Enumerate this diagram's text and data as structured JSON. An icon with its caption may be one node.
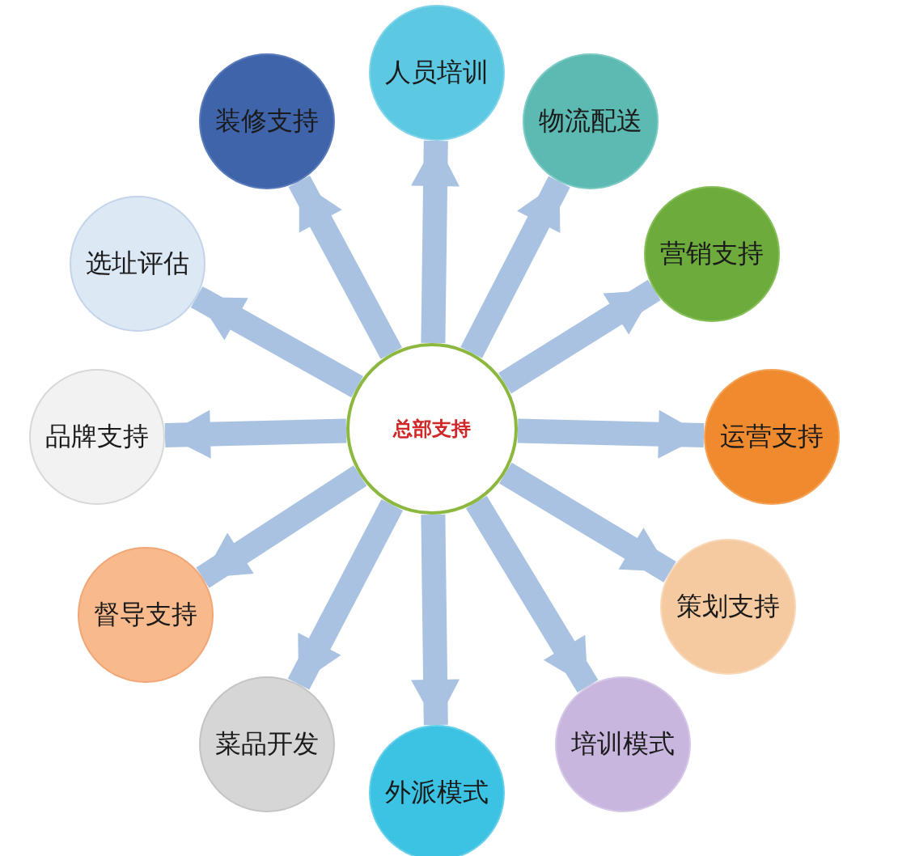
{
  "diagram": {
    "nodes": [
      {
        "text": [
          "总部支持"
        ]
      },
      {
        "text": [
          "人员培训"
        ]
      },
      {
        "text": [
          "物流配送"
        ]
      },
      {
        "text": [
          "营销支持"
        ]
      },
      {
        "text": [
          "运营支持"
        ]
      },
      {
        "text": [
          "策划支持"
        ]
      },
      {
        "text": [
          "培训模式"
        ]
      },
      {
        "text": [
          "外派模式"
        ]
      },
      {
        "text": [
          "菜品开发"
        ]
      },
      {
        "text": [
          "督导支持"
        ]
      },
      {
        "text": [
          "品牌支持"
        ]
      },
      {
        "text": [
          "选址评估"
        ]
      },
      {
        "text": [
          "装修支持"
        ]
      }
    ],
    "edges": [
      {
        "from": 0,
        "to": 1,
        "arrow": "to"
      },
      {
        "from": 0,
        "to": 2,
        "arrow": "to"
      },
      {
        "from": 0,
        "to": 3,
        "arrow": "to"
      },
      {
        "from": 0,
        "to": 4,
        "arrow": "to"
      },
      {
        "from": 0,
        "to": 5,
        "arrow": "to"
      },
      {
        "from": 0,
        "to": 6,
        "arrow": "to"
      },
      {
        "from": 0,
        "to": 7,
        "arrow": "to"
      },
      {
        "from": 0,
        "to": 8,
        "arrow": "to"
      },
      {
        "from": 0,
        "to": 9,
        "arrow": "to"
      },
      {
        "from": 0,
        "to": 10,
        "arrow": "to"
      },
      {
        "from": 0,
        "to": 11,
        "arrow": "to"
      },
      {
        "from": 0,
        "to": 12,
        "arrow": "to"
      }
    ]
  }
}
